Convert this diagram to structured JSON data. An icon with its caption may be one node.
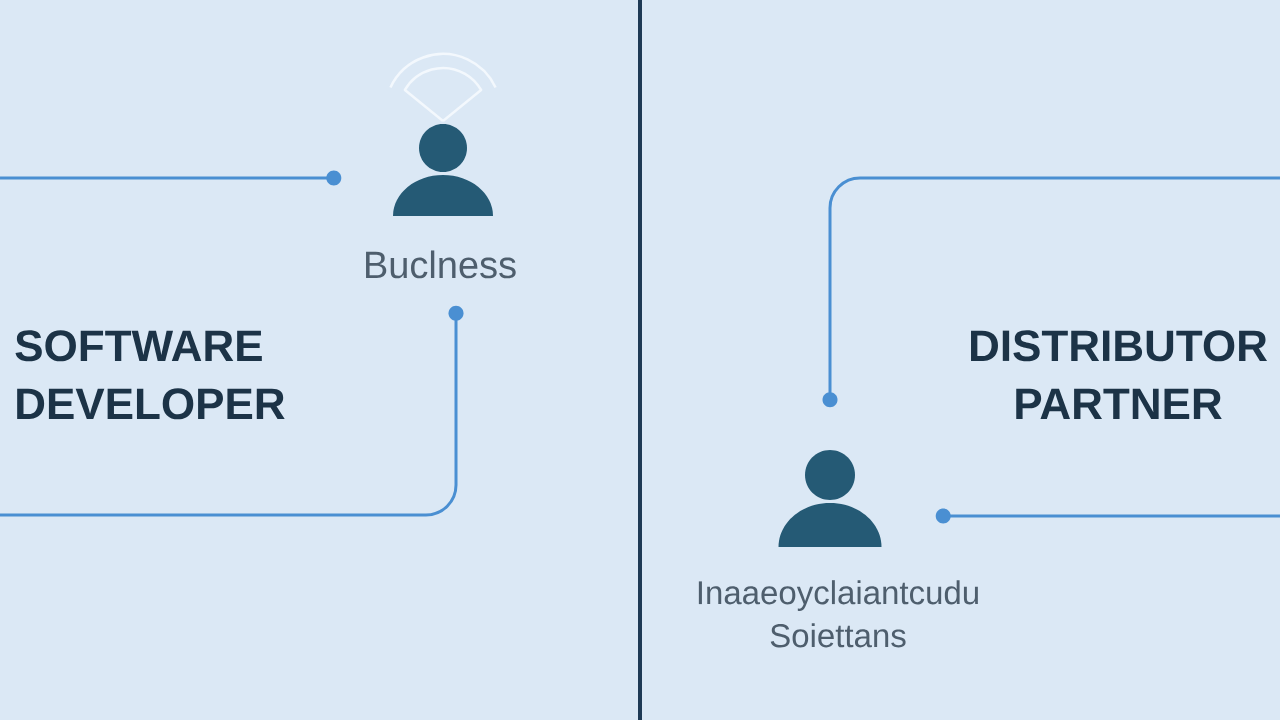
{
  "diagram": {
    "nodes": [
      {
        "text": [],
        "shape": "person",
        "beside": [
          "Buclness"
        ]
      },
      {
        "text": [],
        "shape": "person",
        "beside": [
          "Inaaeoyclaiantcudu Soiettans"
        ]
      }
    ],
    "edges": [
      {
        "from": null,
        "to": 0,
        "arrow": "other"
      },
      {
        "from": 0,
        "to": null,
        "arrow": "other"
      },
      {
        "from": 1,
        "to": null,
        "arrow": "other"
      },
      {
        "from": 1,
        "to": null,
        "arrow": "other"
      }
    ],
    "labels": [
      "SOFTWARE DEVELOPER",
      "DISTRIBUTOR PARTNER"
    ]
  }
}
